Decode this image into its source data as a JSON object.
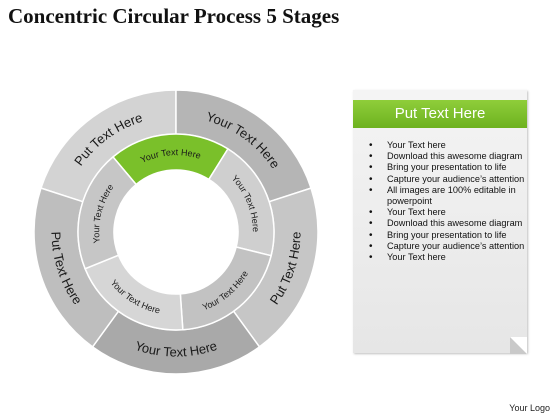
{
  "title": "Concentric Circular Process 5 Stages",
  "colors": {
    "highlight": "#7ac02a",
    "outer_ring": [
      "#d3d3d3",
      "#b5b5b5",
      "#c6c6c6",
      "#a9a9a9",
      "#bebebe"
    ],
    "inner_ring": [
      "#bdbdbd",
      "#cfcfcf",
      "#c2c2c2",
      "#d6d6d6",
      "#c6c6c6"
    ]
  },
  "outer_ring": [
    {
      "label": "Put Text Here"
    },
    {
      "label": "Your Text Here"
    },
    {
      "label": "Put Text Here"
    },
    {
      "label": "Your Text Here"
    },
    {
      "label": "Put Text Here"
    }
  ],
  "inner_ring": [
    {
      "label": "Your Text Here"
    },
    {
      "label": "Your Text Here"
    },
    {
      "label": "Your Text Here"
    },
    {
      "label": "Your Text Here"
    },
    {
      "label": "Your Text Here"
    }
  ],
  "panel": {
    "heading": "Put Text Here",
    "bullets": [
      "Your Text here",
      "Download this awesome diagram",
      "Bring your presentation to life",
      "Capture your audience’s attention",
      "All images are 100% editable in powerpoint",
      "Your Text here",
      "Download this awesome diagram",
      "Bring your presentation to life",
      "Capture your audience’s attention",
      "Your Text here"
    ]
  },
  "logo": "Your Logo"
}
